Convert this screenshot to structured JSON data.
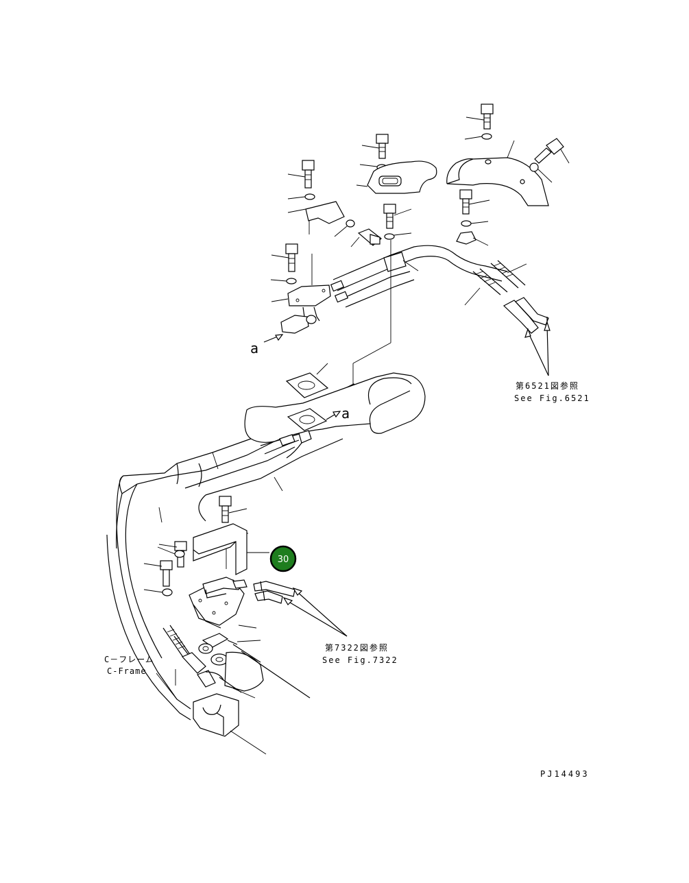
{
  "drawing": {
    "ref_top": {
      "jp": "第6521図参照",
      "en": "See Fig.6521"
    },
    "ref_mid": {
      "jp": "第7322図参照",
      "en": "See Fig.7322"
    },
    "frame_label": {
      "jp": "C－フレーム",
      "en": "C-Frame"
    },
    "view_marker_1": "a",
    "view_marker_2": "a",
    "callout": {
      "number": "30",
      "color": "#1e7d1e"
    },
    "drawing_id": "PJ14493"
  }
}
